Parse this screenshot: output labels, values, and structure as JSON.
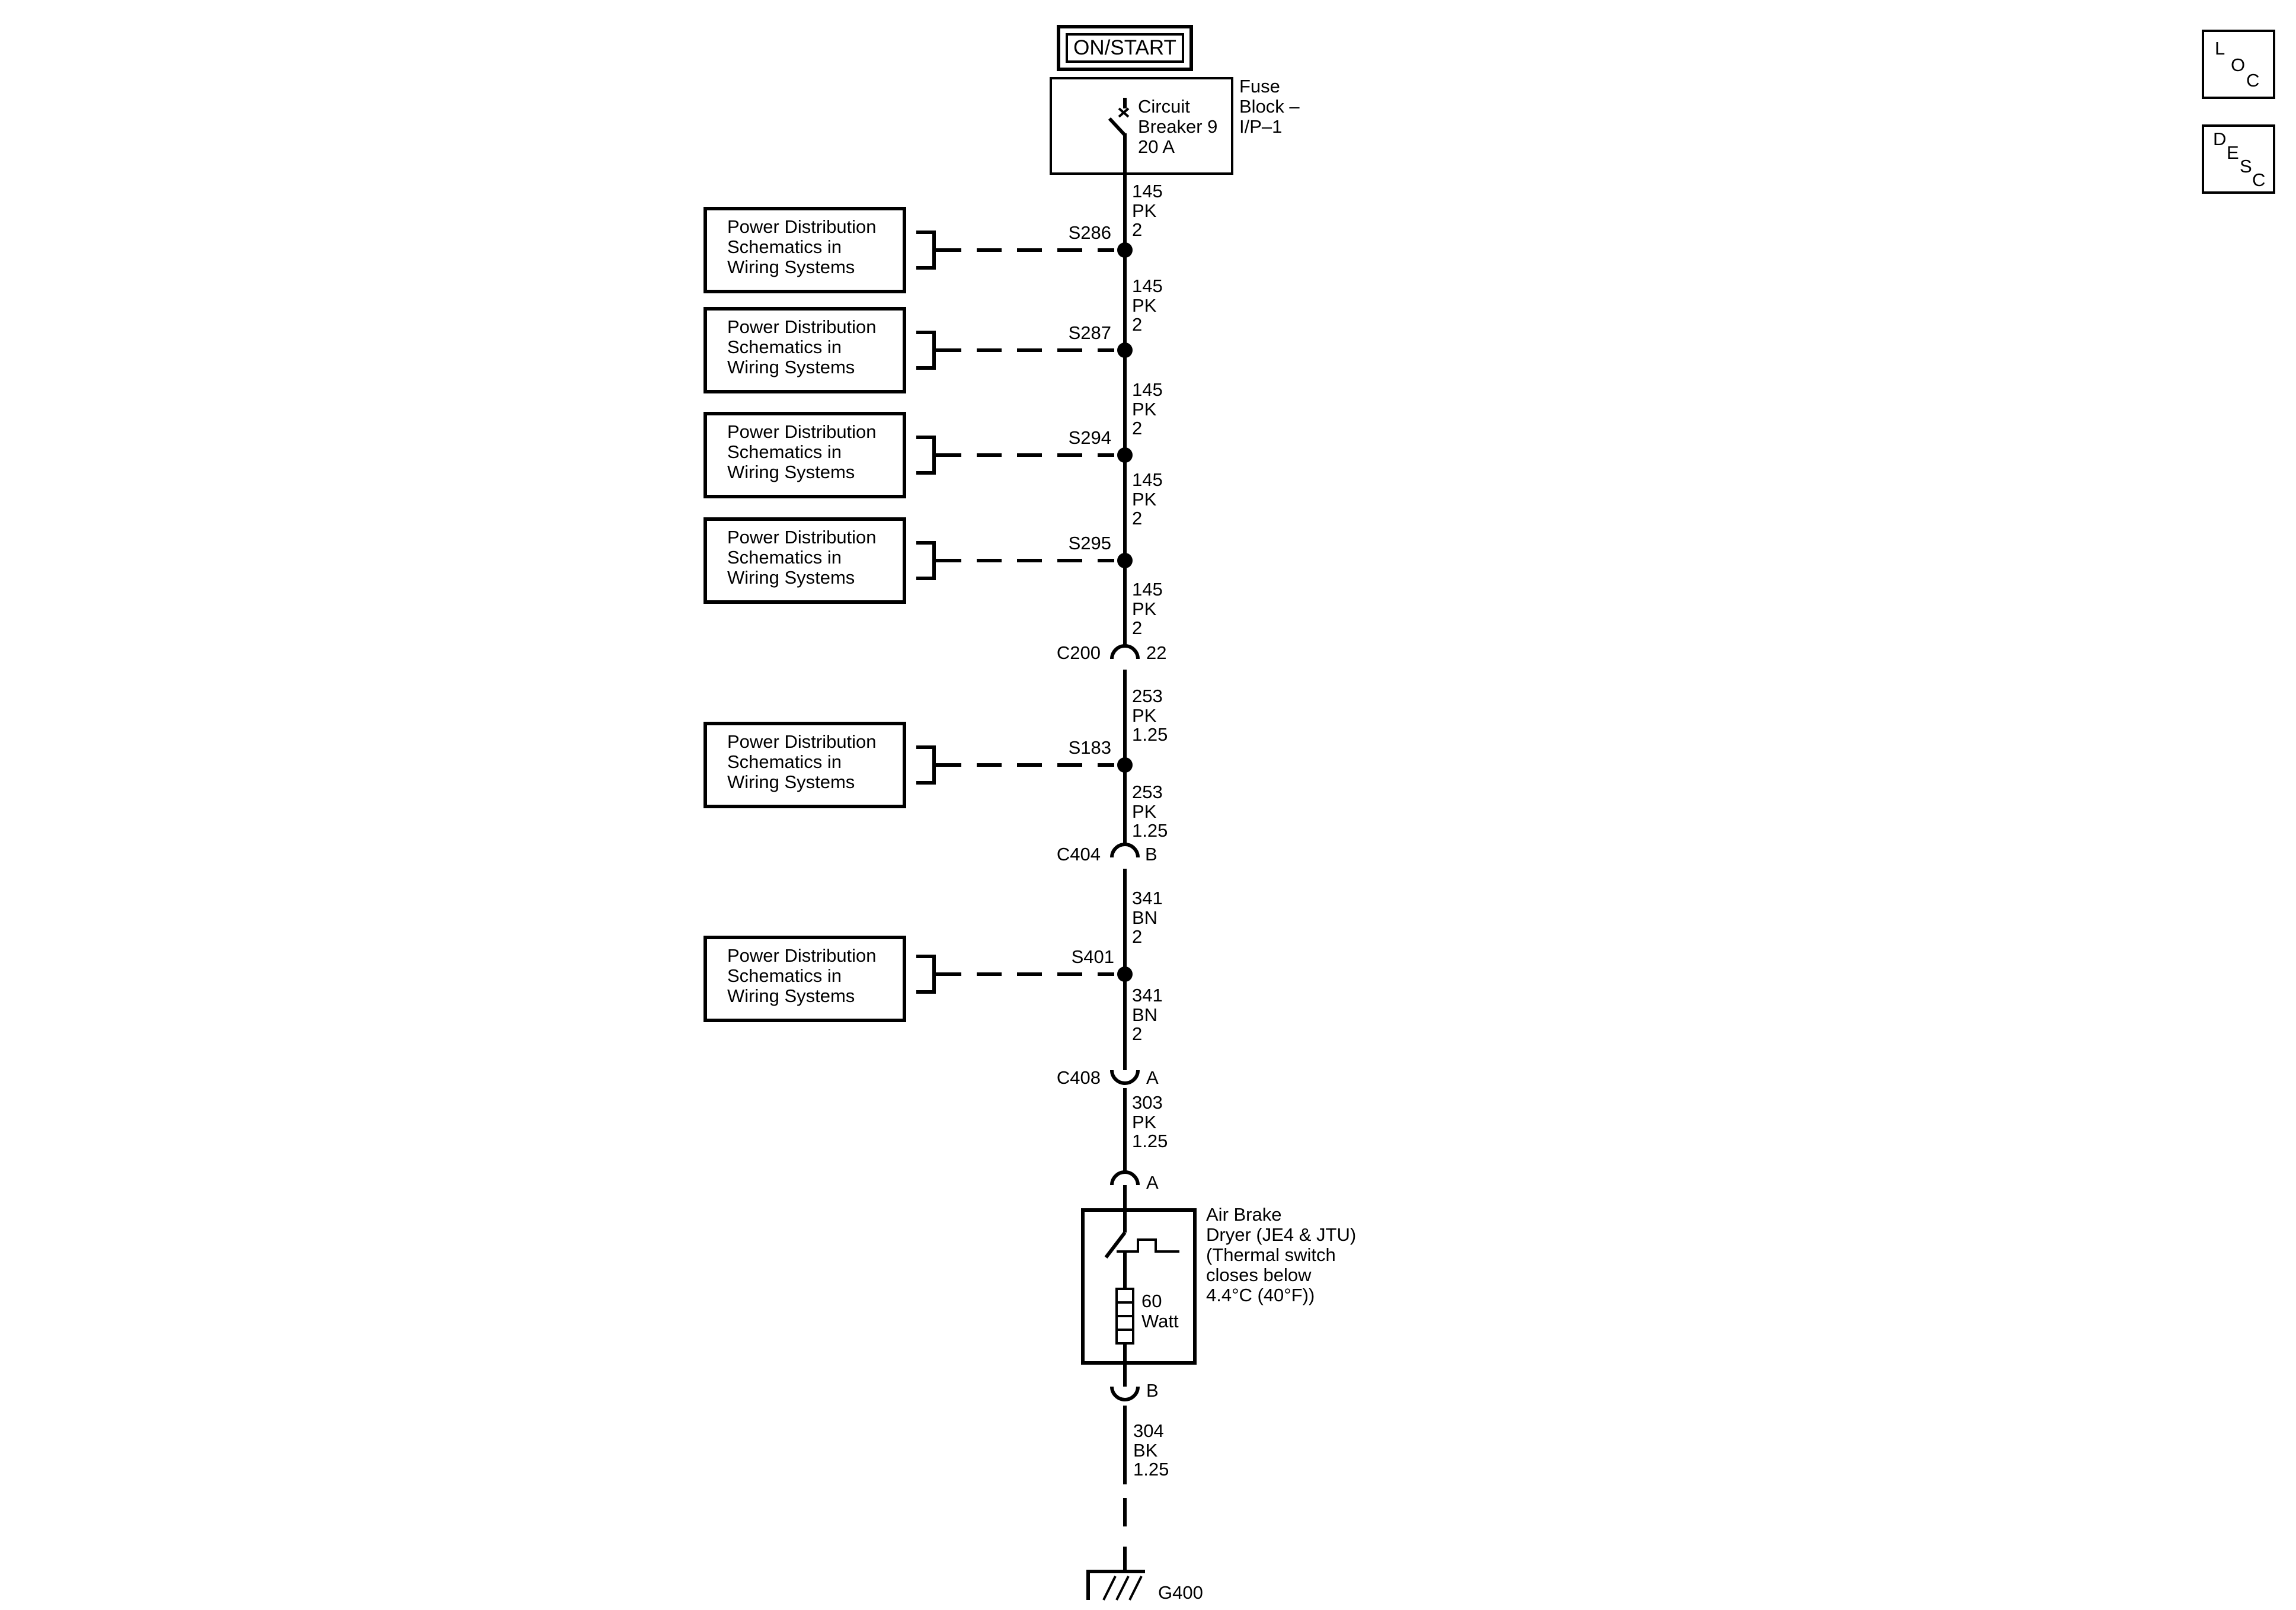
{
  "power_source": {
    "label": "ON/START"
  },
  "fuse_block": {
    "device_lines": [
      "Circuit",
      "Breaker 9",
      "20 A"
    ],
    "name_lines": [
      "Fuse",
      "Block –",
      "I/P–1"
    ]
  },
  "ref_box_lines": [
    "Power Distribution",
    "Schematics in",
    "Wiring Systems"
  ],
  "splices": [
    {
      "id": "S286",
      "wire_below": [
        "145",
        "PK",
        "2"
      ]
    },
    {
      "id": "S287",
      "wire_below": [
        "145",
        "PK",
        "2"
      ]
    },
    {
      "id": "S294",
      "wire_below": [
        "145",
        "PK",
        "2"
      ]
    },
    {
      "id": "S295",
      "wire_below": [
        "145",
        "PK",
        "2"
      ]
    },
    {
      "id": "S183",
      "wire_below": [
        "253",
        "PK",
        "1.25"
      ]
    },
    {
      "id": "S401",
      "wire_below": [
        "341",
        "BN",
        "2"
      ]
    }
  ],
  "wire_top": [
    "145",
    "PK",
    "2"
  ],
  "connectors": [
    {
      "id": "C200",
      "pin": "22",
      "wire_below": [
        "253",
        "PK",
        "1.25"
      ]
    },
    {
      "id": "C404",
      "pin": "B",
      "wire_below": [
        "341",
        "BN",
        "2"
      ]
    },
    {
      "id": "C408",
      "pin": "A",
      "wire_below": [
        "303",
        "PK",
        "1.25"
      ]
    }
  ],
  "component": {
    "pin_in": "A",
    "pin_out": "B",
    "name_lines": [
      "Air Brake",
      "Dryer (JE4 & JTU)",
      "(Thermal switch",
      "closes below",
      "4.4°C (40°F))"
    ],
    "heater_lines": [
      "60",
      "Watt"
    ]
  },
  "wire_ground": [
    "304",
    "BK",
    "1.25"
  ],
  "ground": {
    "id": "G400"
  },
  "corner_icons": [
    {
      "name": "loc",
      "letters": [
        "L",
        "O",
        "C"
      ]
    },
    {
      "name": "desc",
      "letters": [
        "D",
        "E",
        "S",
        "C"
      ]
    }
  ]
}
